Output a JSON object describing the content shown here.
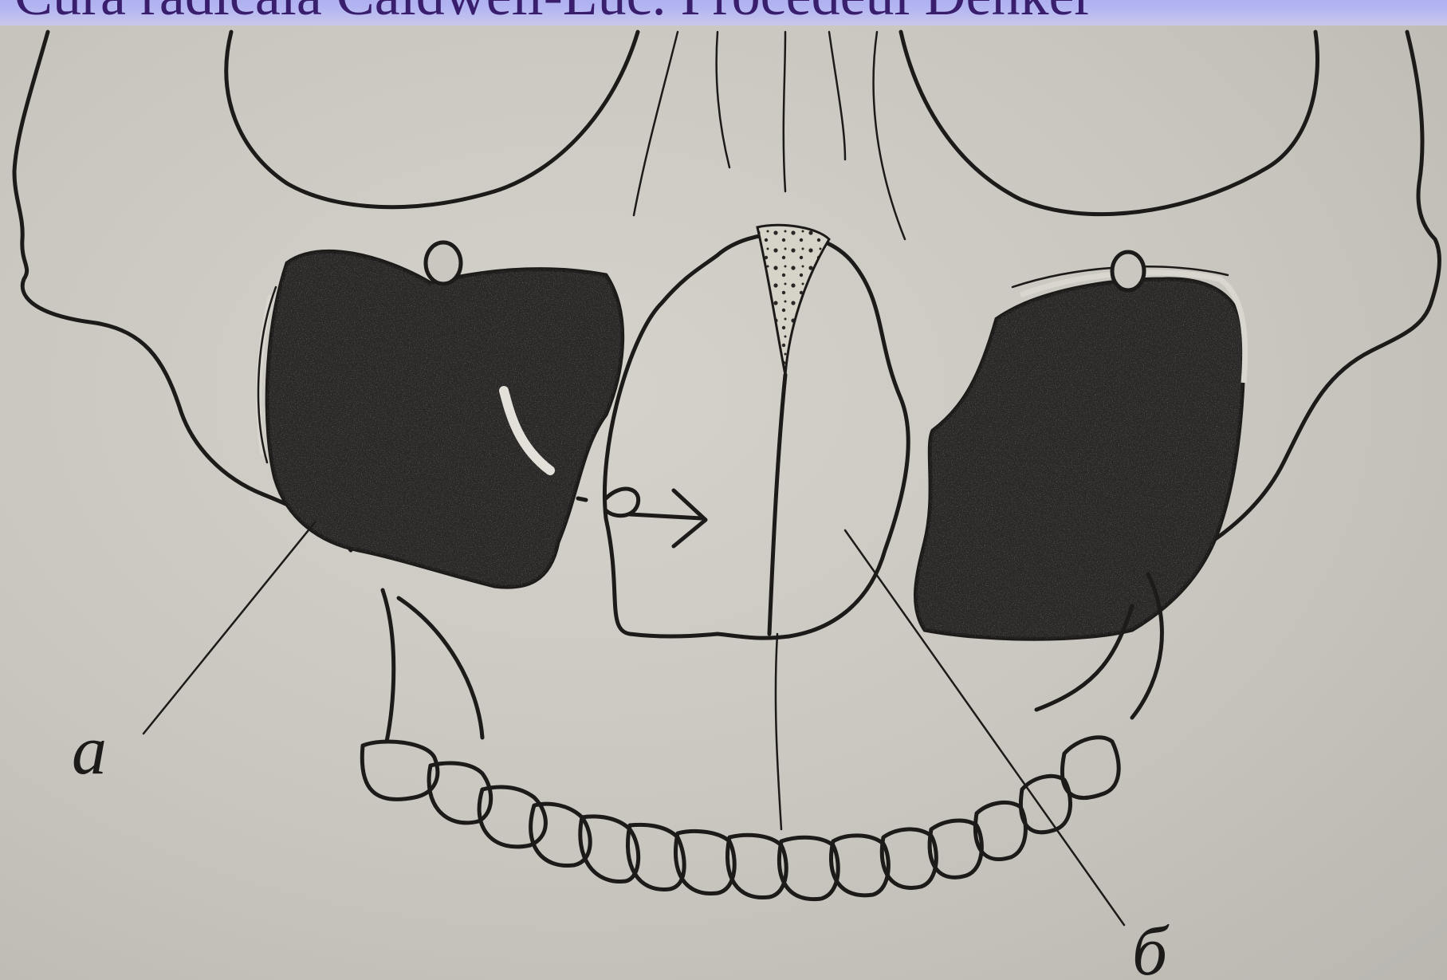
{
  "header": {
    "title": "Cura radicală Caldwell-Luc. Procedeul Denker"
  },
  "figure": {
    "labels": {
      "a": "а",
      "b": "б"
    },
    "colors": {
      "paper": "#c9c7c0",
      "ink": "#1d1a1a",
      "title_bar": "#b4b6f2",
      "title_text": "#3a1e6e"
    }
  }
}
